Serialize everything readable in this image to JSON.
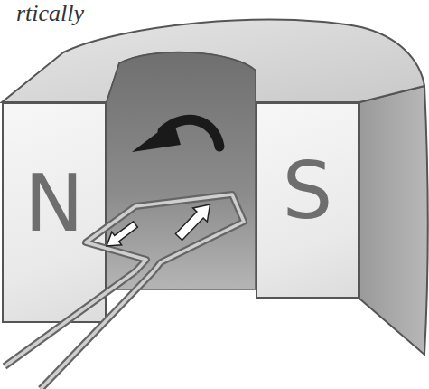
{
  "diagram": {
    "nodes": [
      {
        "text": [
          "N"
        ]
      },
      {
        "text": [
          "S"
        ]
      }
    ],
    "labels": [
      "rtically"
    ]
  }
}
